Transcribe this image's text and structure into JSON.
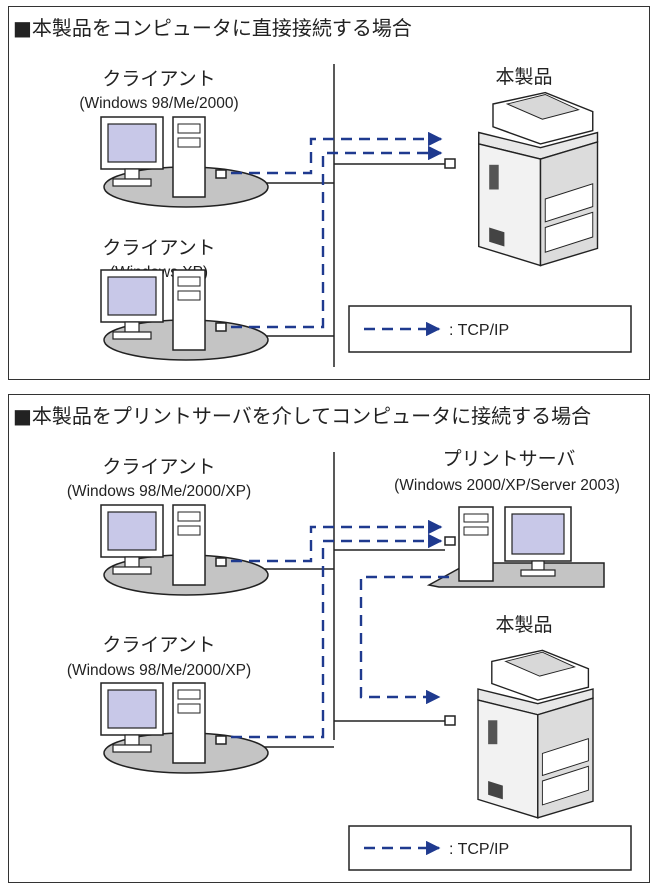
{
  "colors": {
    "arrow": "#1f3a8f",
    "screen": "#c8c8e8",
    "disk": "#c4c4c4",
    "pc_body": "#ffffff",
    "line": "#222222"
  },
  "panel1": {
    "title": "■本製品をコンピュータに直接接続する場合",
    "client1": {
      "label": "クライアント",
      "os": "(Windows 98/Me/2000)",
      "icon": "desktop-computer-icon"
    },
    "client2": {
      "label": "クライアント",
      "os": "(Windows XP)",
      "icon": "desktop-computer-icon"
    },
    "device": {
      "label": "本製品",
      "icon": "printer-icon"
    },
    "legend": {
      "text": ": TCP/IP"
    }
  },
  "panel2": {
    "title": "■本製品をプリントサーバを介してコンピュータに接続する場合",
    "client1": {
      "label": "クライアント",
      "os": "(Windows 98/Me/2000/XP)",
      "icon": "desktop-computer-icon"
    },
    "client2": {
      "label": "クライアント",
      "os": "(Windows 98/Me/2000/XP)",
      "icon": "desktop-computer-icon"
    },
    "server": {
      "label": "プリントサーバ",
      "os": "(Windows 2000/XP/Server 2003)",
      "icon": "print-server-icon"
    },
    "device": {
      "label": "本製品",
      "icon": "printer-icon"
    },
    "legend": {
      "text": ": TCP/IP"
    }
  }
}
